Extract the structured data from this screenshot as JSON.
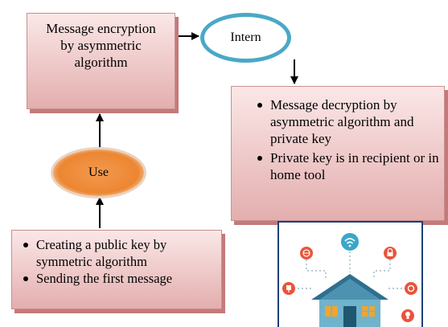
{
  "diagram": {
    "encrypt_box": {
      "text": "Message encryption by asymmetric algorithm"
    },
    "intern_node": {
      "label": "Intern"
    },
    "decrypt_box": {
      "items": [
        "Message decryption by asymmetric algorithm and  private key",
        "Private key is in recipient or in  home tool"
      ]
    },
    "use_node": {
      "label": "Use"
    },
    "create_box": {
      "items": [
        "Creating a public key by symmetric algorithm",
        "Sending the first message"
      ]
    },
    "house_illustration": {
      "icons": [
        "wifi-icon",
        "lock-icon",
        "globe-icon",
        "plug-icon",
        "lightbulb-icon",
        "thermostat-icon",
        "house-icon"
      ]
    }
  },
  "colors": {
    "box_fill": "#eec8c8",
    "box_shadow": "#c47a7a",
    "intern_border": "#4aa8c7",
    "use_fill": "#ec8632",
    "panel_border": "#1d3f7a",
    "icon_accent": "#e8553a",
    "house_roof": "#2f6f8f",
    "house_wall": "#6fb3cc"
  }
}
